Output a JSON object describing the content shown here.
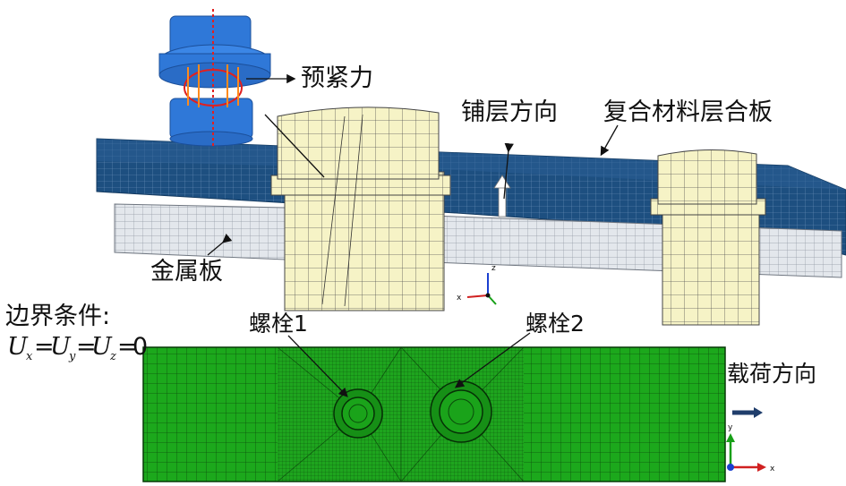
{
  "labels": {
    "preload": "预紧力",
    "ply_direction": "铺层方向",
    "composite": "复合材料层合板",
    "metal_plate": "金属板",
    "boundary_title": "边界条件:",
    "bolt1": "螺栓1",
    "bolt2": "螺栓2",
    "load_direction": "载荷方向"
  },
  "boundary_condition": {
    "u": "U",
    "x": "x",
    "y": "y",
    "z": "z",
    "eq": "=",
    "zero": "0"
  },
  "axes_triad": {
    "x": "x",
    "y": "y",
    "z": "z"
  },
  "colors": {
    "composite": "#1d4f80",
    "metal": "#dfe3e8",
    "bolt": "#f5f2c4",
    "washer": "#2f78d8",
    "mesh": "#1aa31a",
    "arrow": "#1f3d6b"
  }
}
